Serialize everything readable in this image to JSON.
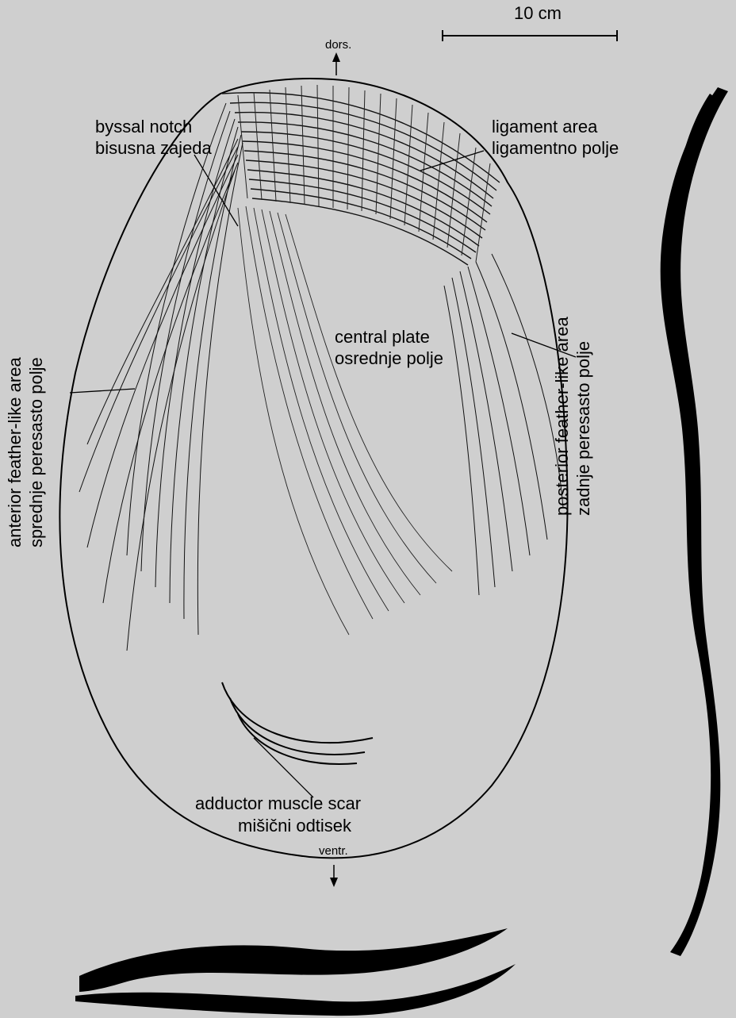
{
  "scale_bar": {
    "label": "10 cm"
  },
  "orientation": {
    "dorsal": "dors.",
    "ventral": "ventr."
  },
  "labels": {
    "byssal_notch": {
      "en": "byssal notch",
      "sl": "bisusna zajeda"
    },
    "ligament_area": {
      "en": "ligament area",
      "sl": "ligamentno polje"
    },
    "central_plate": {
      "en": "central plate",
      "sl": "osrednje polje"
    },
    "anterior_feather": {
      "en": "anterior feather-like area",
      "sl": "sprednje peresasto polje"
    },
    "posterior_feather": {
      "en": "posterior feather-like area",
      "sl": "zadnje peresasto polje"
    },
    "adductor": {
      "en": "adductor muscle scar",
      "sl": "mišični odtisek"
    }
  },
  "colors": {
    "background": "#cfcfcf",
    "ink": "#000000",
    "faint_text": "#8a8a8a"
  }
}
